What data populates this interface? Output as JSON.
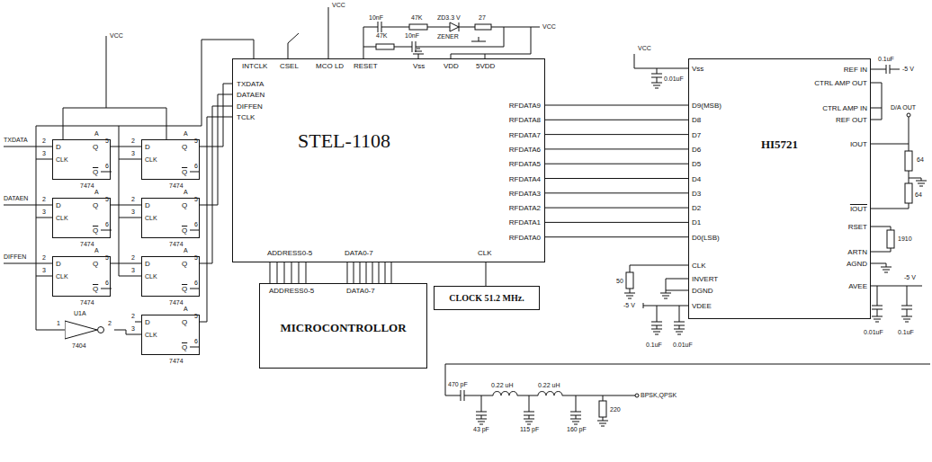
{
  "diagram": {
    "nodes": [
      {
        "text": [
          "D",
          "Q",
          "CLK",
          "Q",
          "A",
          "2",
          "3",
          "5",
          "6",
          "7474"
        ]
      },
      {
        "text": [
          "D",
          "Q",
          "CLK",
          "Q",
          "A",
          "2",
          "3",
          "5",
          "6",
          "7474"
        ]
      },
      {
        "text": [
          "D",
          "Q",
          "CLK",
          "Q",
          "A",
          "2",
          "3",
          "5",
          "6",
          "7474"
        ]
      },
      {
        "text": [
          "D",
          "Q",
          "CLK",
          "Q",
          "A",
          "2",
          "3",
          "5",
          "6",
          "7474"
        ]
      },
      {
        "text": [
          "D",
          "Q",
          "CLK",
          "Q",
          "A",
          "2",
          "3",
          "5",
          "6",
          "7474"
        ]
      },
      {
        "text": [
          "D",
          "Q",
          "CLK",
          "Q",
          "A",
          "2",
          "3",
          "5",
          "6",
          "7474"
        ]
      },
      {
        "text": [
          "U1A",
          "1",
          "2",
          "7404"
        ]
      },
      {
        "text": [
          "D",
          "Q",
          "CLK",
          "Q",
          "A",
          "2",
          "3",
          "5",
          "6",
          "7474"
        ]
      },
      {
        "text": [
          "INTCLK",
          "CSEL",
          "MCO LD",
          "RESET",
          "Vss",
          "VDD",
          "5VDD",
          "TXDATA",
          "DATAEN",
          "DIFFEN",
          "TCLK",
          "STEL-1108",
          "RFDATA9",
          "RFDATA8",
          "RFDATA7",
          "RFDATA6",
          "RFDATA5",
          "RFDATA4",
          "RFDATA3",
          "RFDATA2",
          "RFDATA1",
          "RFDATA0",
          "ADDRESS0-5",
          "DATA0-7",
          "CLK"
        ]
      },
      {
        "text": [
          "ADDRESS0-5",
          "DATA0-7",
          "MICROCONTROLLOR"
        ]
      },
      {
        "text": [
          "CLOCK 51.2 MHz."
        ]
      },
      {
        "text": [
          "HI5721",
          "Vss",
          "D9(MSB)",
          "D8",
          "D7",
          "D6",
          "D5",
          "D4",
          "D3",
          "D2",
          "D1",
          "D0(LSB)",
          "CLK",
          "INVERT",
          "DGND",
          "VDEE",
          "REF IN",
          "CTRL AMP OUT",
          "CTRL AMP IN",
          "REF OUT",
          "IOUT",
          "IOUT",
          "RSET",
          "ARTN",
          "AGND",
          "AVEE"
        ]
      }
    ],
    "edges": [
      {
        "from": 0,
        "to": 1,
        "arrow": "none"
      },
      {
        "from": 2,
        "to": 3,
        "arrow": "none"
      },
      {
        "from": 4,
        "to": 5,
        "arrow": "none"
      },
      {
        "from": 1,
        "to": 8,
        "arrow": "none"
      },
      {
        "from": 3,
        "to": 8,
        "arrow": "none"
      },
      {
        "from": 5,
        "to": 8,
        "arrow": "none"
      },
      {
        "from": 6,
        "to": 7,
        "arrow": "none"
      },
      {
        "from": 7,
        "to": 8,
        "arrow": "none"
      },
      {
        "from": 8,
        "to": 11,
        "arrow": "none"
      },
      {
        "from": 8,
        "to": 11,
        "arrow": "none"
      },
      {
        "from": 8,
        "to": 11,
        "arrow": "none"
      },
      {
        "from": 8,
        "to": 11,
        "arrow": "none"
      },
      {
        "from": 8,
        "to": 11,
        "arrow": "none"
      },
      {
        "from": 8,
        "to": 11,
        "arrow": "none"
      },
      {
        "from": 8,
        "to": 11,
        "arrow": "none"
      },
      {
        "from": 8,
        "to": 11,
        "arrow": "none"
      },
      {
        "from": 8,
        "to": 11,
        "arrow": "none"
      },
      {
        "from": 8,
        "to": 11,
        "arrow": "none"
      },
      {
        "from": 8,
        "to": 9,
        "arrow": "none"
      },
      {
        "from": 8,
        "to": 9,
        "arrow": "none"
      },
      {
        "from": 10,
        "to": 8,
        "arrow": "none"
      }
    ],
    "labels": [
      "TXDATA",
      "DATAEN",
      "DIFFEN",
      "VCC",
      "VCC",
      "10nF",
      "47K",
      "ZD3.3 V",
      "ZENER",
      "27",
      "VCC",
      "47K",
      "10nF",
      "VCC",
      "0.01uF",
      "0.1uF",
      "-5 V",
      "D/A OUT",
      "64",
      "64",
      "1910",
      "50",
      "-5 V",
      "0.1uF",
      "0.01uF",
      "-5 V",
      "0.01uF",
      "0.1uF",
      "470 pF",
      "0.22 uH",
      "0.22 uH",
      "43 pF",
      "115 pF",
      "160 pF",
      "220",
      "BPSK,QPSK"
    ]
  }
}
